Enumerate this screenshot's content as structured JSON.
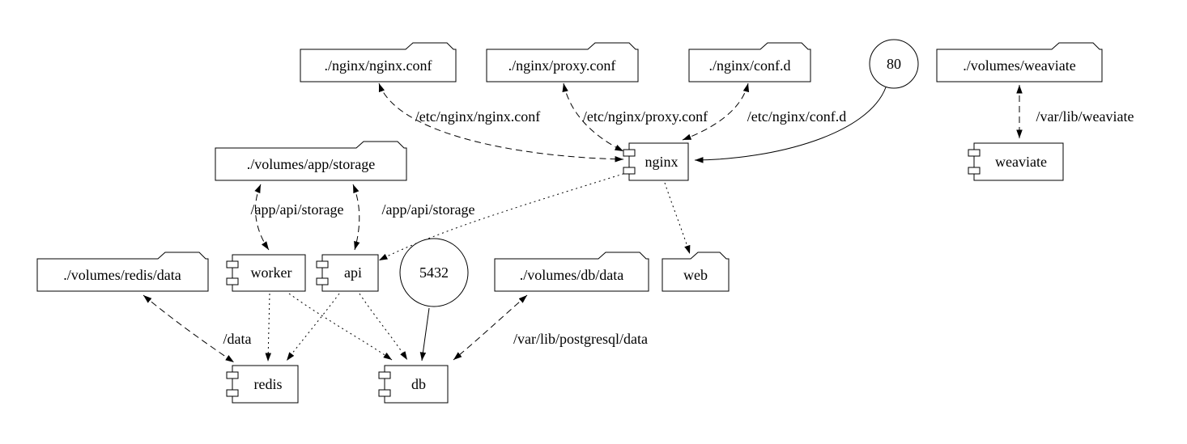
{
  "diagram": {
    "kind": "docker-compose-graph",
    "background_color": "#ffffff",
    "stroke_color": "#000000",
    "nodes": {
      "nginx_conf_volume": {
        "label": "./nginx/nginx.conf",
        "shape": "folder"
      },
      "proxy_conf_volume": {
        "label": "./nginx/proxy.conf",
        "shape": "folder"
      },
      "conf_d_volume": {
        "label": "./nginx/conf.d",
        "shape": "folder"
      },
      "port_80": {
        "label": "80",
        "shape": "circle"
      },
      "weaviate_volume": {
        "label": "./volumes/weaviate",
        "shape": "folder"
      },
      "app_storage_volume": {
        "label": "./volumes/app/storage",
        "shape": "folder"
      },
      "nginx_service": {
        "label": "nginx",
        "shape": "component"
      },
      "weaviate_service": {
        "label": "weaviate",
        "shape": "component"
      },
      "redis_data_volume": {
        "label": "./volumes/redis/data",
        "shape": "folder"
      },
      "worker_service": {
        "label": "worker",
        "shape": "component"
      },
      "api_service": {
        "label": "api",
        "shape": "component"
      },
      "port_5432": {
        "label": "5432",
        "shape": "circle"
      },
      "db_data_volume": {
        "label": "./volumes/db/data",
        "shape": "folder"
      },
      "web_volume": {
        "label": "web",
        "shape": "folder"
      },
      "redis_service": {
        "label": "redis",
        "shape": "component"
      },
      "db_service": {
        "label": "db",
        "shape": "component"
      }
    },
    "edges": [
      {
        "from": "./nginx/nginx.conf",
        "to": "nginx",
        "label": "/etc/nginx/nginx.conf",
        "style": "dashed",
        "bidirectional": true
      },
      {
        "from": "./nginx/proxy.conf",
        "to": "nginx",
        "label": "/etc/nginx/proxy.conf",
        "style": "dashed",
        "bidirectional": true
      },
      {
        "from": "./nginx/conf.d",
        "to": "nginx",
        "label": "/etc/nginx/conf.d",
        "style": "dashed",
        "bidirectional": true
      },
      {
        "from": "80",
        "to": "nginx",
        "label": "",
        "style": "solid",
        "bidirectional": false
      },
      {
        "from": "./volumes/weaviate",
        "to": "weaviate",
        "label": "/var/lib/weaviate",
        "style": "dashed",
        "bidirectional": true
      },
      {
        "from": "./volumes/app/storage",
        "to": "worker",
        "label": "/app/api/storage",
        "style": "dashed",
        "bidirectional": true
      },
      {
        "from": "./volumes/app/storage",
        "to": "api",
        "label": "/app/api/storage",
        "style": "dashed",
        "bidirectional": true
      },
      {
        "from": "./volumes/redis/data",
        "to": "redis",
        "label": "/data",
        "style": "dashed",
        "bidirectional": true
      },
      {
        "from": "./volumes/db/data",
        "to": "db",
        "label": "/var/lib/postgresql/data",
        "style": "dashed",
        "bidirectional": true
      },
      {
        "from": "5432",
        "to": "db",
        "label": "",
        "style": "solid",
        "bidirectional": false
      },
      {
        "from": "nginx",
        "to": "web",
        "label": "",
        "style": "dotted",
        "bidirectional": false
      },
      {
        "from": "nginx",
        "to": "api",
        "label": "",
        "style": "dotted",
        "bidirectional": false
      },
      {
        "from": "worker",
        "to": "redis",
        "label": "",
        "style": "dotted",
        "bidirectional": false
      },
      {
        "from": "worker",
        "to": "db",
        "label": "",
        "style": "dotted",
        "bidirectional": false
      },
      {
        "from": "api",
        "to": "redis",
        "label": "",
        "style": "dotted",
        "bidirectional": false
      },
      {
        "from": "api",
        "to": "db",
        "label": "",
        "style": "dotted",
        "bidirectional": false
      }
    ]
  }
}
